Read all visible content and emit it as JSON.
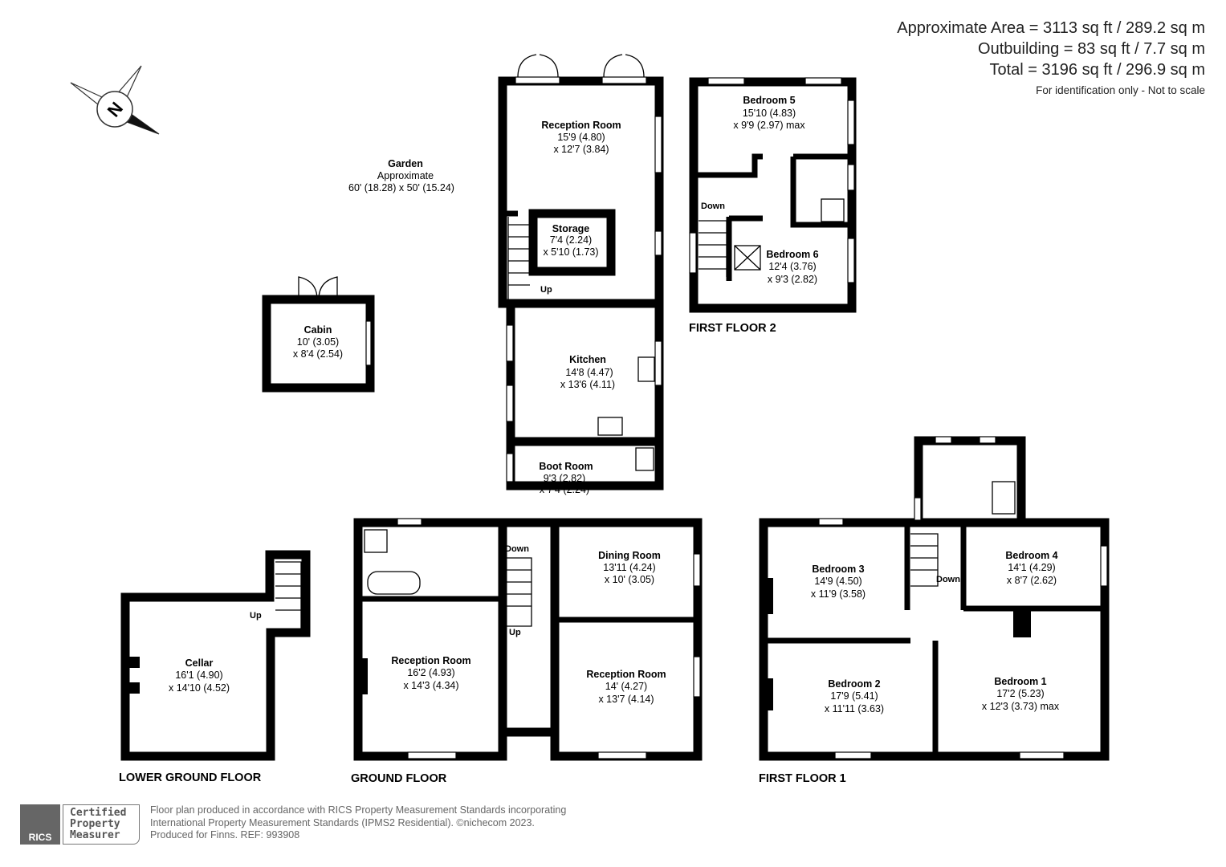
{
  "areas": {
    "approximate": "Approximate Area = 3113 sq ft / 289.2 sq m",
    "outbuilding": "Outbuilding = 83 sq ft / 7.7 sq m",
    "total": "Total = 3196 sq ft / 296.9 sq m",
    "note": "For identification only - Not to scale"
  },
  "compass": {
    "letter": "N",
    "icon": "compass-north-icon"
  },
  "garden": {
    "name": "Garden",
    "line1": "Approximate",
    "line2": "60' (18.28) x 50' (15.24)"
  },
  "cabin": {
    "name": "Cabin",
    "d1": "10' (3.05)",
    "d2": "x 8'4 (2.54)"
  },
  "rooms": {
    "reception_back": {
      "name": "Reception Room",
      "d1": "15'9 (4.80)",
      "d2": "x 12'7 (3.84)"
    },
    "storage": {
      "name": "Storage",
      "d1": "7'4 (2.24)",
      "d2": "x 5'10 (1.73)"
    },
    "kitchen": {
      "name": "Kitchen",
      "d1": "14'8 (4.47)",
      "d2": "x 13'6 (4.11)"
    },
    "boot": {
      "name": "Boot Room",
      "d1": "9'3 (2.82)",
      "d2": "x 7'4 (2.24)"
    },
    "dining": {
      "name": "Dining Room",
      "d1": "13'11 (4.24)",
      "d2": "x 10' (3.05)"
    },
    "reception_left": {
      "name": "Reception Room",
      "d1": "16'2 (4.93)",
      "d2": "x 14'3 (4.34)"
    },
    "reception_right": {
      "name": "Reception Room",
      "d1": "14' (4.27)",
      "d2": "x 13'7 (4.14)"
    },
    "cellar": {
      "name": "Cellar",
      "d1": "16'1 (4.90)",
      "d2": "x 14'10 (4.52)"
    },
    "bedroom5": {
      "name": "Bedroom 5",
      "d1": "15'10 (4.83)",
      "d2": "x 9'9 (2.97) max"
    },
    "bedroom6": {
      "name": "Bedroom 6",
      "d1": "12'4 (3.76)",
      "d2": "x 9'3 (2.82)"
    },
    "bedroom3": {
      "name": "Bedroom 3",
      "d1": "14'9 (4.50)",
      "d2": "x 11'9 (3.58)"
    },
    "bedroom4": {
      "name": "Bedroom 4",
      "d1": "14'1 (4.29)",
      "d2": "x 8'7 (2.62)"
    },
    "bedroom2": {
      "name": "Bedroom 2",
      "d1": "17'9 (5.41)",
      "d2": "x 11'11 (3.63)"
    },
    "bedroom1": {
      "name": "Bedroom 1",
      "d1": "17'2 (5.23)",
      "d2": "x 12'3 (3.73) max"
    }
  },
  "stairs": {
    "up": "Up",
    "down": "Down"
  },
  "floors": {
    "lower": "LOWER GROUND FLOOR",
    "ground": "GROUND FLOOR",
    "first1": "FIRST FLOOR 1",
    "first2": "FIRST FLOOR 2"
  },
  "footer": {
    "rics": "RICS",
    "cert1": "Certified",
    "cert2": "Property",
    "cert3": "Measurer",
    "line1": "Floor plan produced in accordance with RICS Property Measurement Standards incorporating",
    "line2": "International Property Measurement Standards (IPMS2 Residential).  ©nichecom 2023.",
    "line3": "Produced for Finns.   REF:  993908"
  }
}
